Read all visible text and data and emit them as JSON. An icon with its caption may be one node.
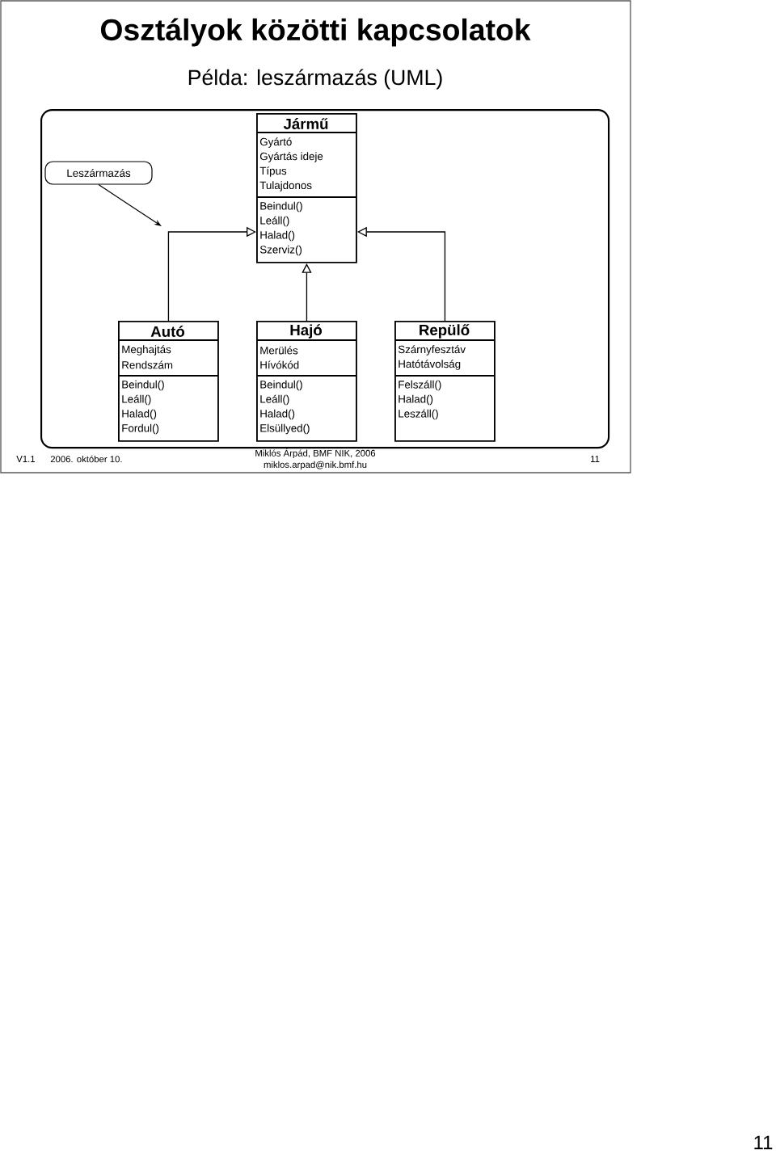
{
  "diagram": {
    "title": "Osztályok közötti kapcsolatok",
    "nodes": [
      {
        "text": [],
        "shape": "box"
      },
      {
        "text": [
          "Leszármazás"
        ],
        "in": 0
      },
      {
        "text": [
          "Jármű",
          "Gyártó",
          "Gyártás ideje",
          "Típus",
          "Tulajdonos",
          "Beindul()",
          "Leáll()",
          "Halad()",
          "Szerviz()"
        ],
        "in": 0
      },
      {
        "text": [
          "Autó",
          "Meghajtás",
          "Rendszám",
          "Beindul()",
          "Leáll()",
          "Halad()",
          "Fordul()"
        ],
        "in": 0
      },
      {
        "text": [
          "Hajó",
          "Merülés",
          "Hívókód",
          "Beindul()",
          "Leáll()",
          "Halad()",
          "Elsüllyed()"
        ],
        "in": 0
      },
      {
        "text": [
          "Repülő",
          "Szárnyfesztáv",
          "Hatótávolság",
          "Felszáll()",
          "Halad()",
          "Leszáll()"
        ],
        "in": 0
      }
    ],
    "edges": [
      {
        "from": 1,
        "to": null,
        "arrow": "to"
      },
      {
        "from": 3,
        "to": 2,
        "arrow": "to"
      },
      {
        "from": 4,
        "to": 2,
        "arrow": "to"
      },
      {
        "from": 5,
        "to": 2,
        "arrow": "to"
      }
    ],
    "labels": [
      "Példa: leszármazás (UML)",
      "V1.1",
      "2006. október 10.",
      "Miklós Árpád, BMF NIK, 2006",
      "miklos.arpad@nik.bmf.hu",
      "11",
      "11"
    ]
  }
}
